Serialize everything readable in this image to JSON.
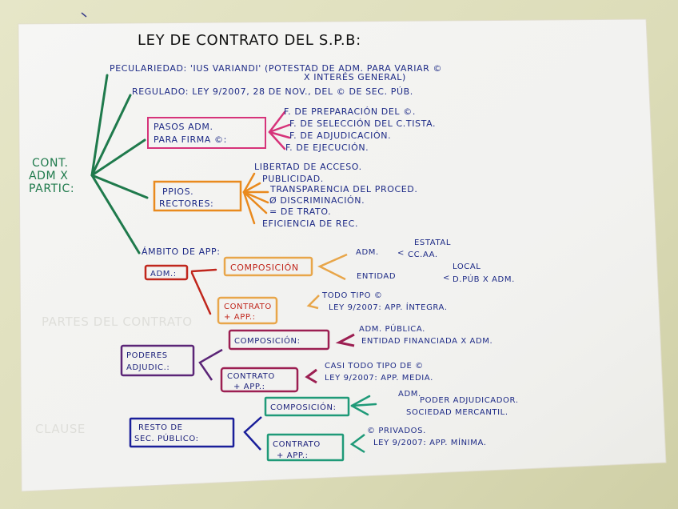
{
  "title": "LEY DE CONTRATO DEL S.P.B:",
  "colors": {
    "background": "#dcdcb8",
    "paper": "#f2f2f0",
    "root_green": "#1f7a4c",
    "pink": "#d6337a",
    "orange": "#e98a1e",
    "red": "#c0261c",
    "light_orange": "#e8a64a",
    "purple": "#5b2577",
    "magenta": "#9c1f52",
    "navy": "#1a1f9a",
    "teal": "#1f9a78",
    "text_blue": "#1d2a86"
  },
  "root": {
    "lines": [
      "CONT.",
      "ADM X",
      "PARTIC:"
    ]
  },
  "branches": {
    "peculiaridad": {
      "line1": "PECULARIEDAD: 'IUS VARIANDI' (POTESTAD DE ADM. PARA VARIAR ©",
      "line2": "X INTERÉS GENERAL)"
    },
    "regulado": {
      "text": "REGULADO: LEY 9/2007, 28 DE NOV., DEL © DE SEC. PÚB."
    },
    "pasos": {
      "box_lines": [
        "PASOS ADM.",
        "PARA FIRMA ©:"
      ],
      "items": [
        "F. DE PREPARACIÓN DEL ©.",
        "F. DE SELECCIÓN DEL C.TISTA.",
        "F. DE ADJUDICACIÓN.",
        "F. DE EJECUCIÓN."
      ]
    },
    "principios": {
      "box_lines": [
        "PPIOS.",
        "RECTORES:"
      ],
      "items": [
        "LIBERTAD DE ACCESO.",
        "PUBLICIDAD.",
        "TRANSPARENCIA DEL PROCED.",
        "Ø DISCRIMINACIÓN.",
        "= DE TRATO.",
        "EFICIENCIA DE REC."
      ]
    },
    "ambito": {
      "label": "ÁMBITO DE APP:",
      "adm": {
        "box": "ADM.:",
        "composicion": {
          "box": "COMPOSICIÓN",
          "adm_label": "ADM.",
          "adm_items": [
            "ESTATAL",
            "CC.AA."
          ],
          "entidad_label": "ENTIDAD",
          "entidad_items": [
            "LOCAL",
            "D.PÚB X ADM."
          ]
        },
        "contrato": {
          "box_lines": [
            "CONTRATO",
            "+ APP.:"
          ],
          "items": [
            "TODO TIPO ©",
            "LEY 9/2007: APP. ÍNTEGRA."
          ]
        }
      },
      "poderes": {
        "box_lines": [
          "PODERES",
          "ADJUDIC.:"
        ],
        "composicion": {
          "box": "COMPOSICIÓN:",
          "items": [
            "ADM. PÚBLICA.",
            "ENTIDAD FINANCIADA X ADM."
          ]
        },
        "contrato": {
          "box_lines": [
            "CONTRATO",
            "+ APP.:"
          ],
          "items": [
            "CASI TODO TIPO DE ©",
            "LEY 9/2007: APP. MEDIA."
          ]
        }
      },
      "resto": {
        "box_lines": [
          "RESTO DE",
          "SEC. PÚBLICO:"
        ],
        "composicion": {
          "box": "COMPOSICIÓN:",
          "items": [
            "ADM.",
            "PODER ADJUDICADOR.",
            "SOCIEDAD MERCANTIL."
          ]
        },
        "contrato": {
          "box_lines": [
            "CONTRATO",
            "+ APP.:"
          ],
          "items": [
            "© PRIVADOS.",
            "LEY 9/2007: APP. MÍNIMA."
          ]
        }
      }
    }
  },
  "ghost_text": [
    "PARTES DEL CONTRATO",
    "CLAUSE"
  ]
}
